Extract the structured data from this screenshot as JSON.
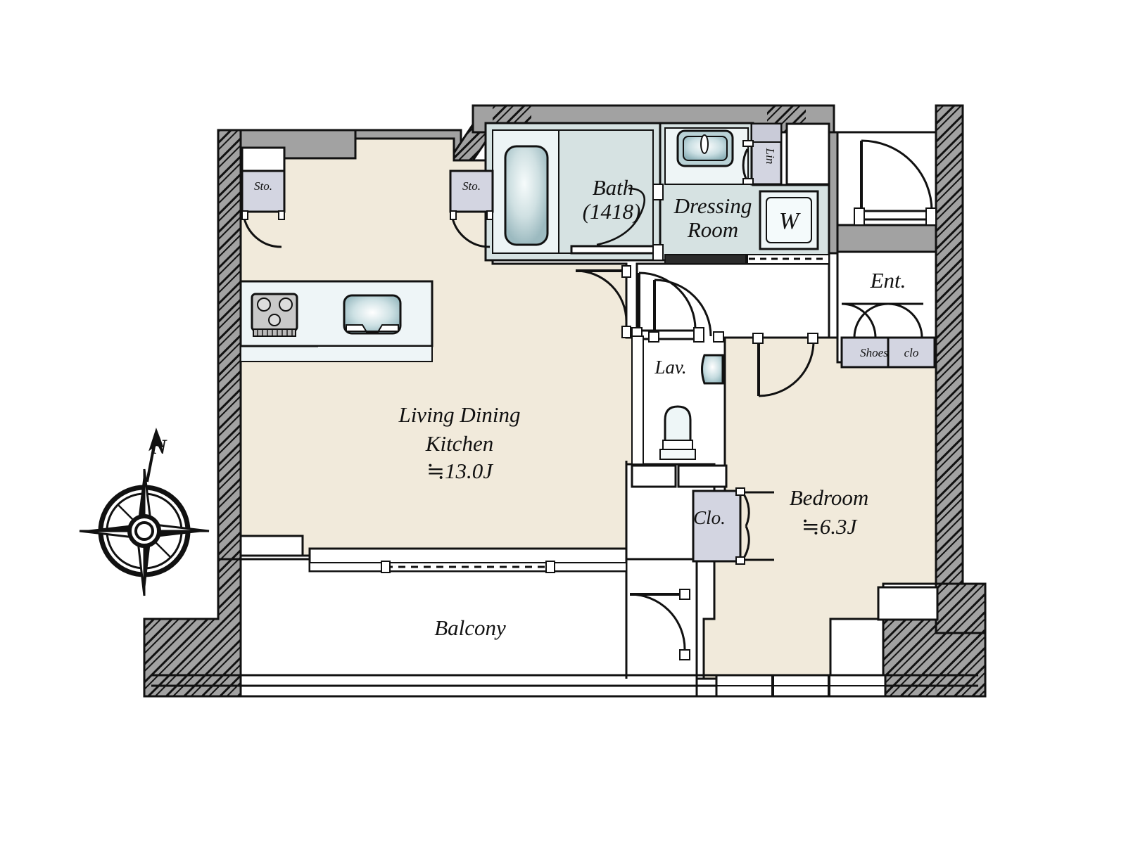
{
  "plan": {
    "type": "residential-floor-plan",
    "unit_layout": "1LDK",
    "colors": {
      "living_floor": "#f1eadb",
      "wet_floor": "#d6e2e2",
      "closet_fill": "#d3d5e1",
      "wall_grey": "#a2a2a2",
      "counter_fill": "#eef5f7",
      "fixture_blue": "#b9d2d6",
      "outline": "#1a1a1a",
      "white": "#ffffff"
    },
    "compass": {
      "label": "N",
      "icon": "compass-rose-icon"
    },
    "rooms": [
      {
        "id": "ldk",
        "name": "Living Dining\nKitchen",
        "line1": "Living Dining",
        "line2": "Kitchen",
        "area": "≒13.0J",
        "floor": "living_floor"
      },
      {
        "id": "bedroom",
        "name": "Bedroom",
        "line1": "Bedroom",
        "area": "≒6.3J",
        "floor": "living_floor"
      },
      {
        "id": "bath",
        "line1": "Bath",
        "line2": "(1418)",
        "floor": "wet_floor"
      },
      {
        "id": "dressing",
        "line1": "Dressing",
        "line2": "Room",
        "floor": "wet_floor"
      },
      {
        "id": "lav",
        "line1": "Lav.",
        "floor": "wet_floor"
      },
      {
        "id": "entrance",
        "line1": "Ent.",
        "floor": "white"
      },
      {
        "id": "balcony",
        "line1": "Balcony",
        "floor": "white"
      }
    ],
    "storages": [
      {
        "id": "sto-left",
        "label": "Sto."
      },
      {
        "id": "sto-right",
        "label": "Sto."
      },
      {
        "id": "lin",
        "label": "Lin"
      },
      {
        "id": "clo",
        "label": "Clo."
      },
      {
        "id": "shoes",
        "label": "Shoes"
      },
      {
        "id": "shoes-2",
        "label": "clo"
      }
    ],
    "appliances": [
      {
        "id": "washer",
        "label": "W",
        "name": "washing-machine"
      },
      {
        "id": "cooktop",
        "label": "",
        "name": "gas-cooktop"
      },
      {
        "id": "ksink",
        "label": "",
        "name": "kitchen-sink"
      },
      {
        "id": "vanity",
        "label": "",
        "name": "vanity-basin"
      },
      {
        "id": "tub",
        "label": "",
        "name": "bathtub"
      },
      {
        "id": "toilet",
        "label": "",
        "name": "toilet"
      },
      {
        "id": "handsink",
        "label": "",
        "name": "hand-basin"
      }
    ]
  }
}
